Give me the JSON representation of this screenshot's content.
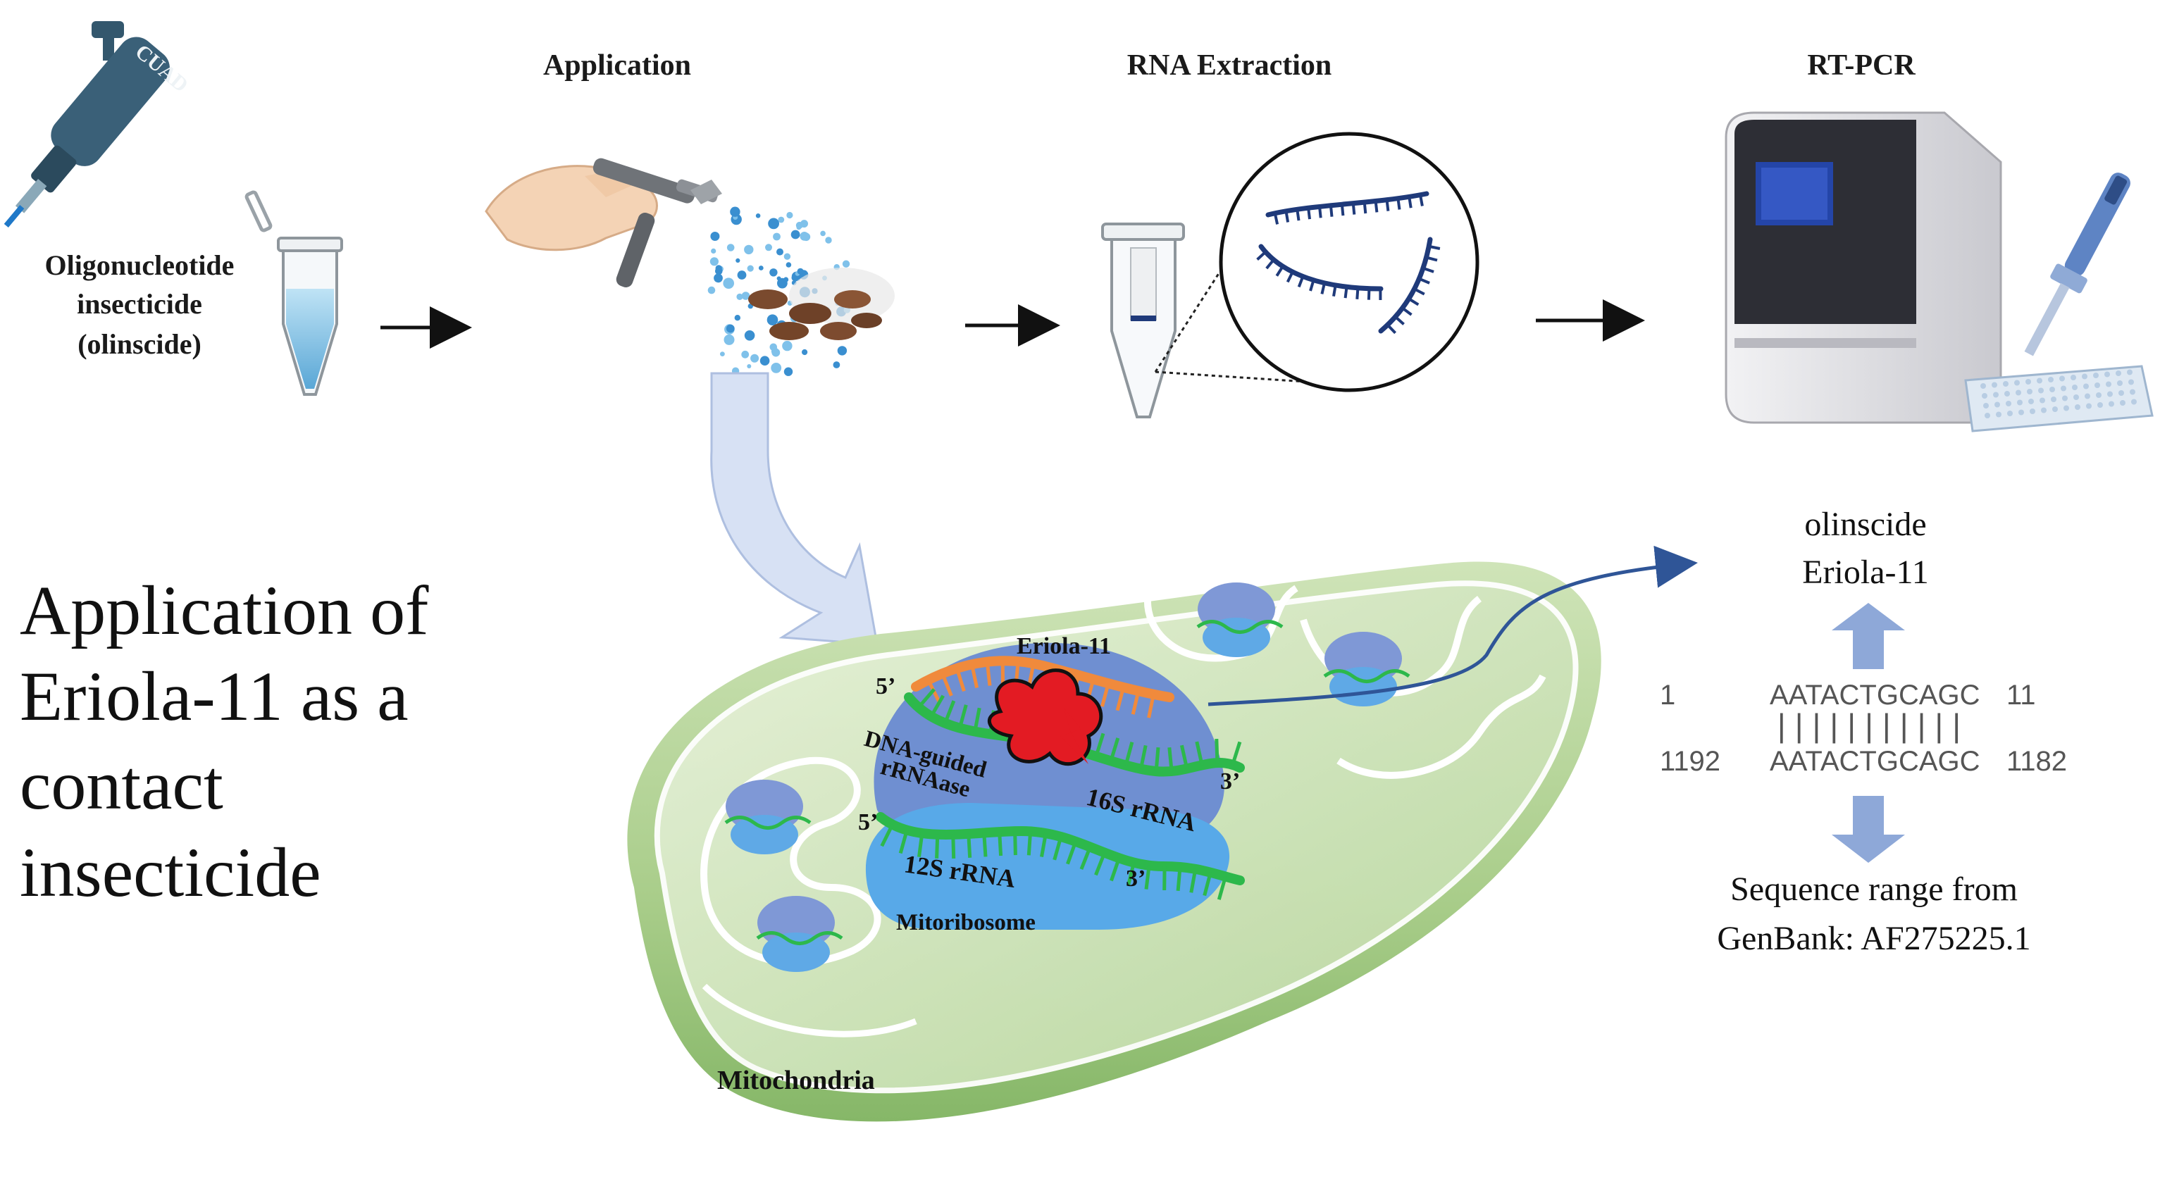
{
  "steps": {
    "pipette_brand": "CUAD",
    "oligo_line1": "Oligonucleotide",
    "oligo_line2": "insecticide",
    "oligo_line3": "(olinscide)",
    "application": "Application",
    "rna_extraction": "RNA Extraction",
    "rt_pcr": "RT-PCR"
  },
  "headline": {
    "line1": "Application of",
    "line2": "Eriola-11 as a",
    "line3": "contact",
    "line4": "insecticide"
  },
  "mitochondria": {
    "label": "Mitochondria",
    "eriola_label": "Eriola-11",
    "enzyme_line1": "DNA-guided",
    "enzyme_line2": "rRNAase",
    "rrna16s": "16S rRNA",
    "rrna12s": "12S rRNA",
    "mitoribosome": "Mitoribosome",
    "five_prime": "5’",
    "three_prime": "3’"
  },
  "alignment": {
    "title_line1": "olinscide",
    "title_line2": "Eriola-11",
    "top_start": "1",
    "top_seq": "AATACTGCAGC",
    "top_end": "11",
    "match_bars": "|||||||||||",
    "bottom_start": "1192",
    "bottom_seq": "AATACTGCAGC",
    "bottom_end": "1182",
    "footer_line1": "Sequence range from",
    "footer_line2": "GenBank: AF275225.1"
  },
  "colors": {
    "pipette": "#33576d",
    "rna_strand": "#1f3a7a",
    "mito_green": "#9cc47e",
    "ribosome_blue": "#6f8fd1",
    "eriola_orange": "#f08a3c",
    "rrna_green": "#2db84b",
    "enzyme_red": "#e31b23",
    "arrow_light": "#d7e1f4",
    "arrow_blue": "#8ea8d8",
    "curve_blue": "#2f5597",
    "text": "#1a1a1a"
  }
}
